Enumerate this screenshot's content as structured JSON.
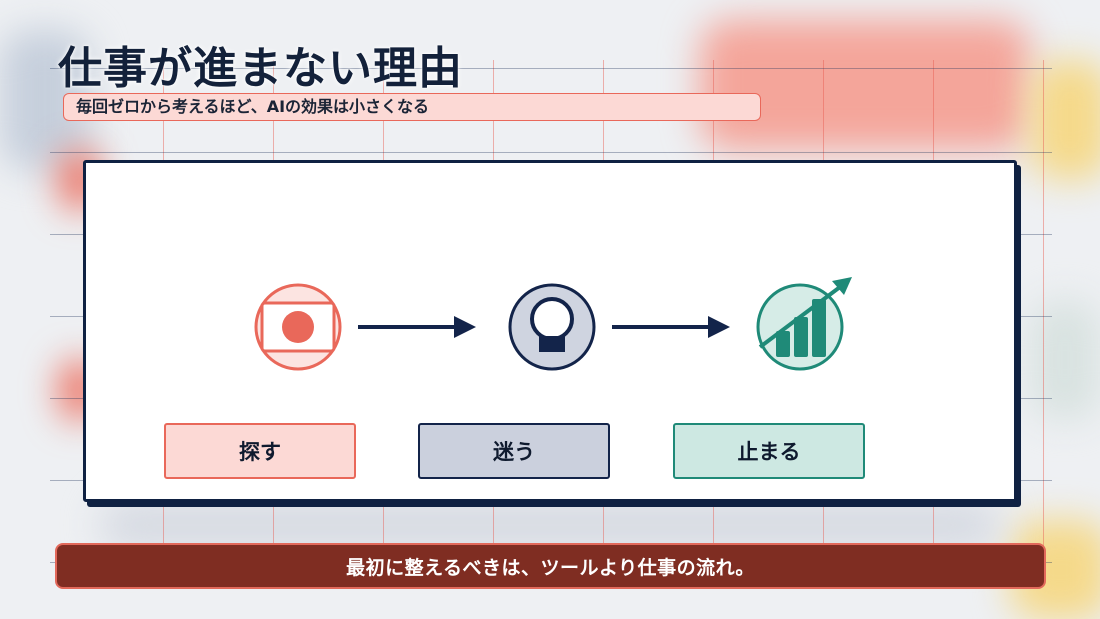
{
  "slide": {
    "title": "仕事が進まない理由",
    "subtitle": "毎回ゼロから考えるほど、AIの効果は小さくなる",
    "footer": "最初に整えるべきは、ツールより仕事の流れ。"
  },
  "steps": [
    {
      "label": "探す",
      "icon": "window-record-icon",
      "color": "#e9685a"
    },
    {
      "label": "迷う",
      "icon": "lightbulb-icon",
      "color": "#13244a"
    },
    {
      "label": "止まる",
      "icon": "growth-chart-icon",
      "color": "#1f8a78"
    }
  ],
  "colors": {
    "navy": "#0f2142",
    "coral": "#e9685a",
    "teal": "#1f8a78",
    "footer_bg": "#7f2d22"
  }
}
